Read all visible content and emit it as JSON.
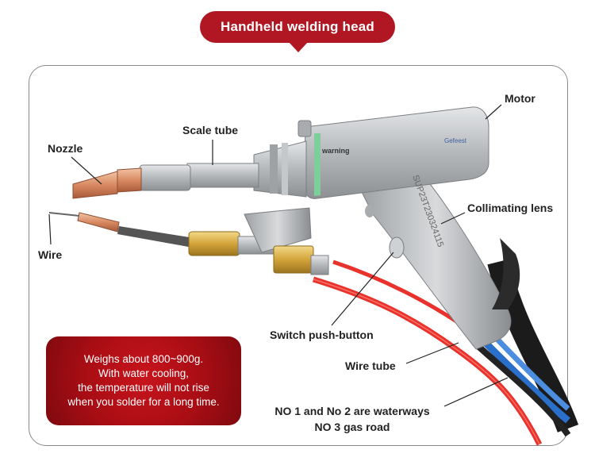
{
  "title": "Handheld welding head",
  "labels": {
    "motor": "Motor",
    "scale_tube": "Scale tube",
    "nozzle": "Nozzle",
    "collimating_lens": "Collimating lens",
    "wire": "Wire",
    "switch": "Switch push-button",
    "wire_tube": "Wire tube",
    "waterways": "NO 1 and No 2 are waterways",
    "gas_road": "NO 3 gas road"
  },
  "body_text": {
    "warning": "warning",
    "serial": "SUP23T230324115",
    "brand": "Gefeest"
  },
  "note": {
    "line1": "Weighs about 800~900g.",
    "line2": "With water cooling,",
    "line3": "the temperature will not rise",
    "line4": "when you solder for a long time."
  },
  "colors": {
    "accent_red": "#b01722",
    "body_silver": "#b9bcbf",
    "copper": "#d98a62",
    "brass": "#d4a43a",
    "red_tube": "#e8322b",
    "blue_tube": "#2a6fc9"
  }
}
